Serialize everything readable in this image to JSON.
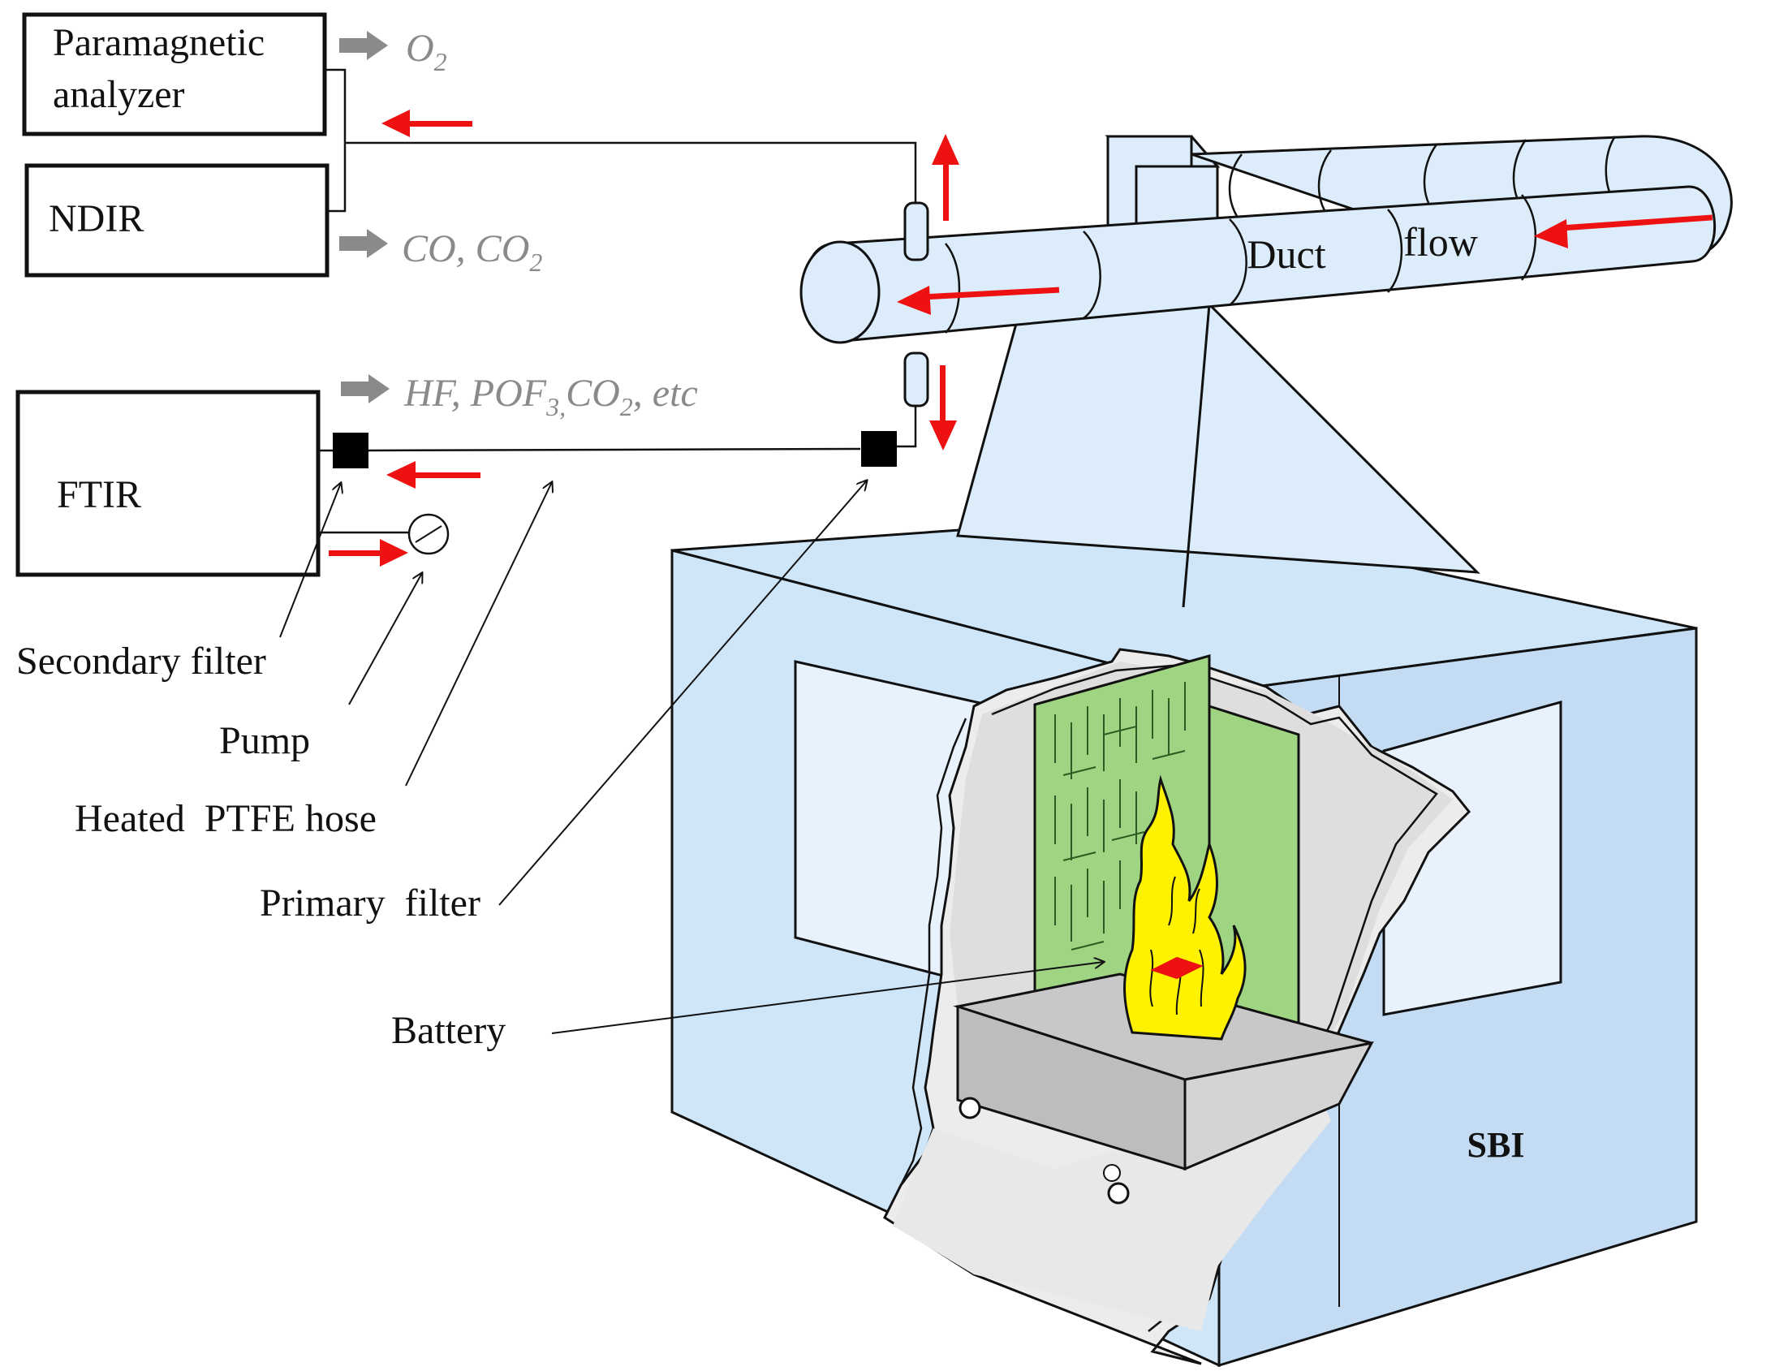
{
  "instruments": {
    "paramagnetic": {
      "line1": "Paramagnetic",
      "line2": "analyzer"
    },
    "ndir": {
      "label": "NDIR"
    },
    "ftir": {
      "label": "FTIR"
    }
  },
  "gases": {
    "o2": {
      "base": "O",
      "sub": "2"
    },
    "co_co2": {
      "base": "CO, CO",
      "sub": "2"
    },
    "ftir_gases": {
      "part1": "HF, POF",
      "sub1": "3,",
      "part2": "CO",
      "sub2": "2",
      "part3": ", etc"
    }
  },
  "labels": {
    "secondary_filter": "Secondary filter",
    "pump": "Pump",
    "heated_hose": "Heated  PTFE hose",
    "primary_filter": "Primary  filter",
    "battery": "Battery",
    "sbi": "SBI",
    "duct_word": "Duct",
    "flow_word": "flow"
  },
  "colors": {
    "flow_arrow": "#ee1111",
    "gas_arrow": "#8a8a8a",
    "chamber_front": "#cfe5f8",
    "chamber_side": "#c3dcf4",
    "duct": "#dcecfb",
    "panel": "#9fd483",
    "flame": "#fff200",
    "tray": "#c8c8c8",
    "floor": "#e6e6e6"
  }
}
